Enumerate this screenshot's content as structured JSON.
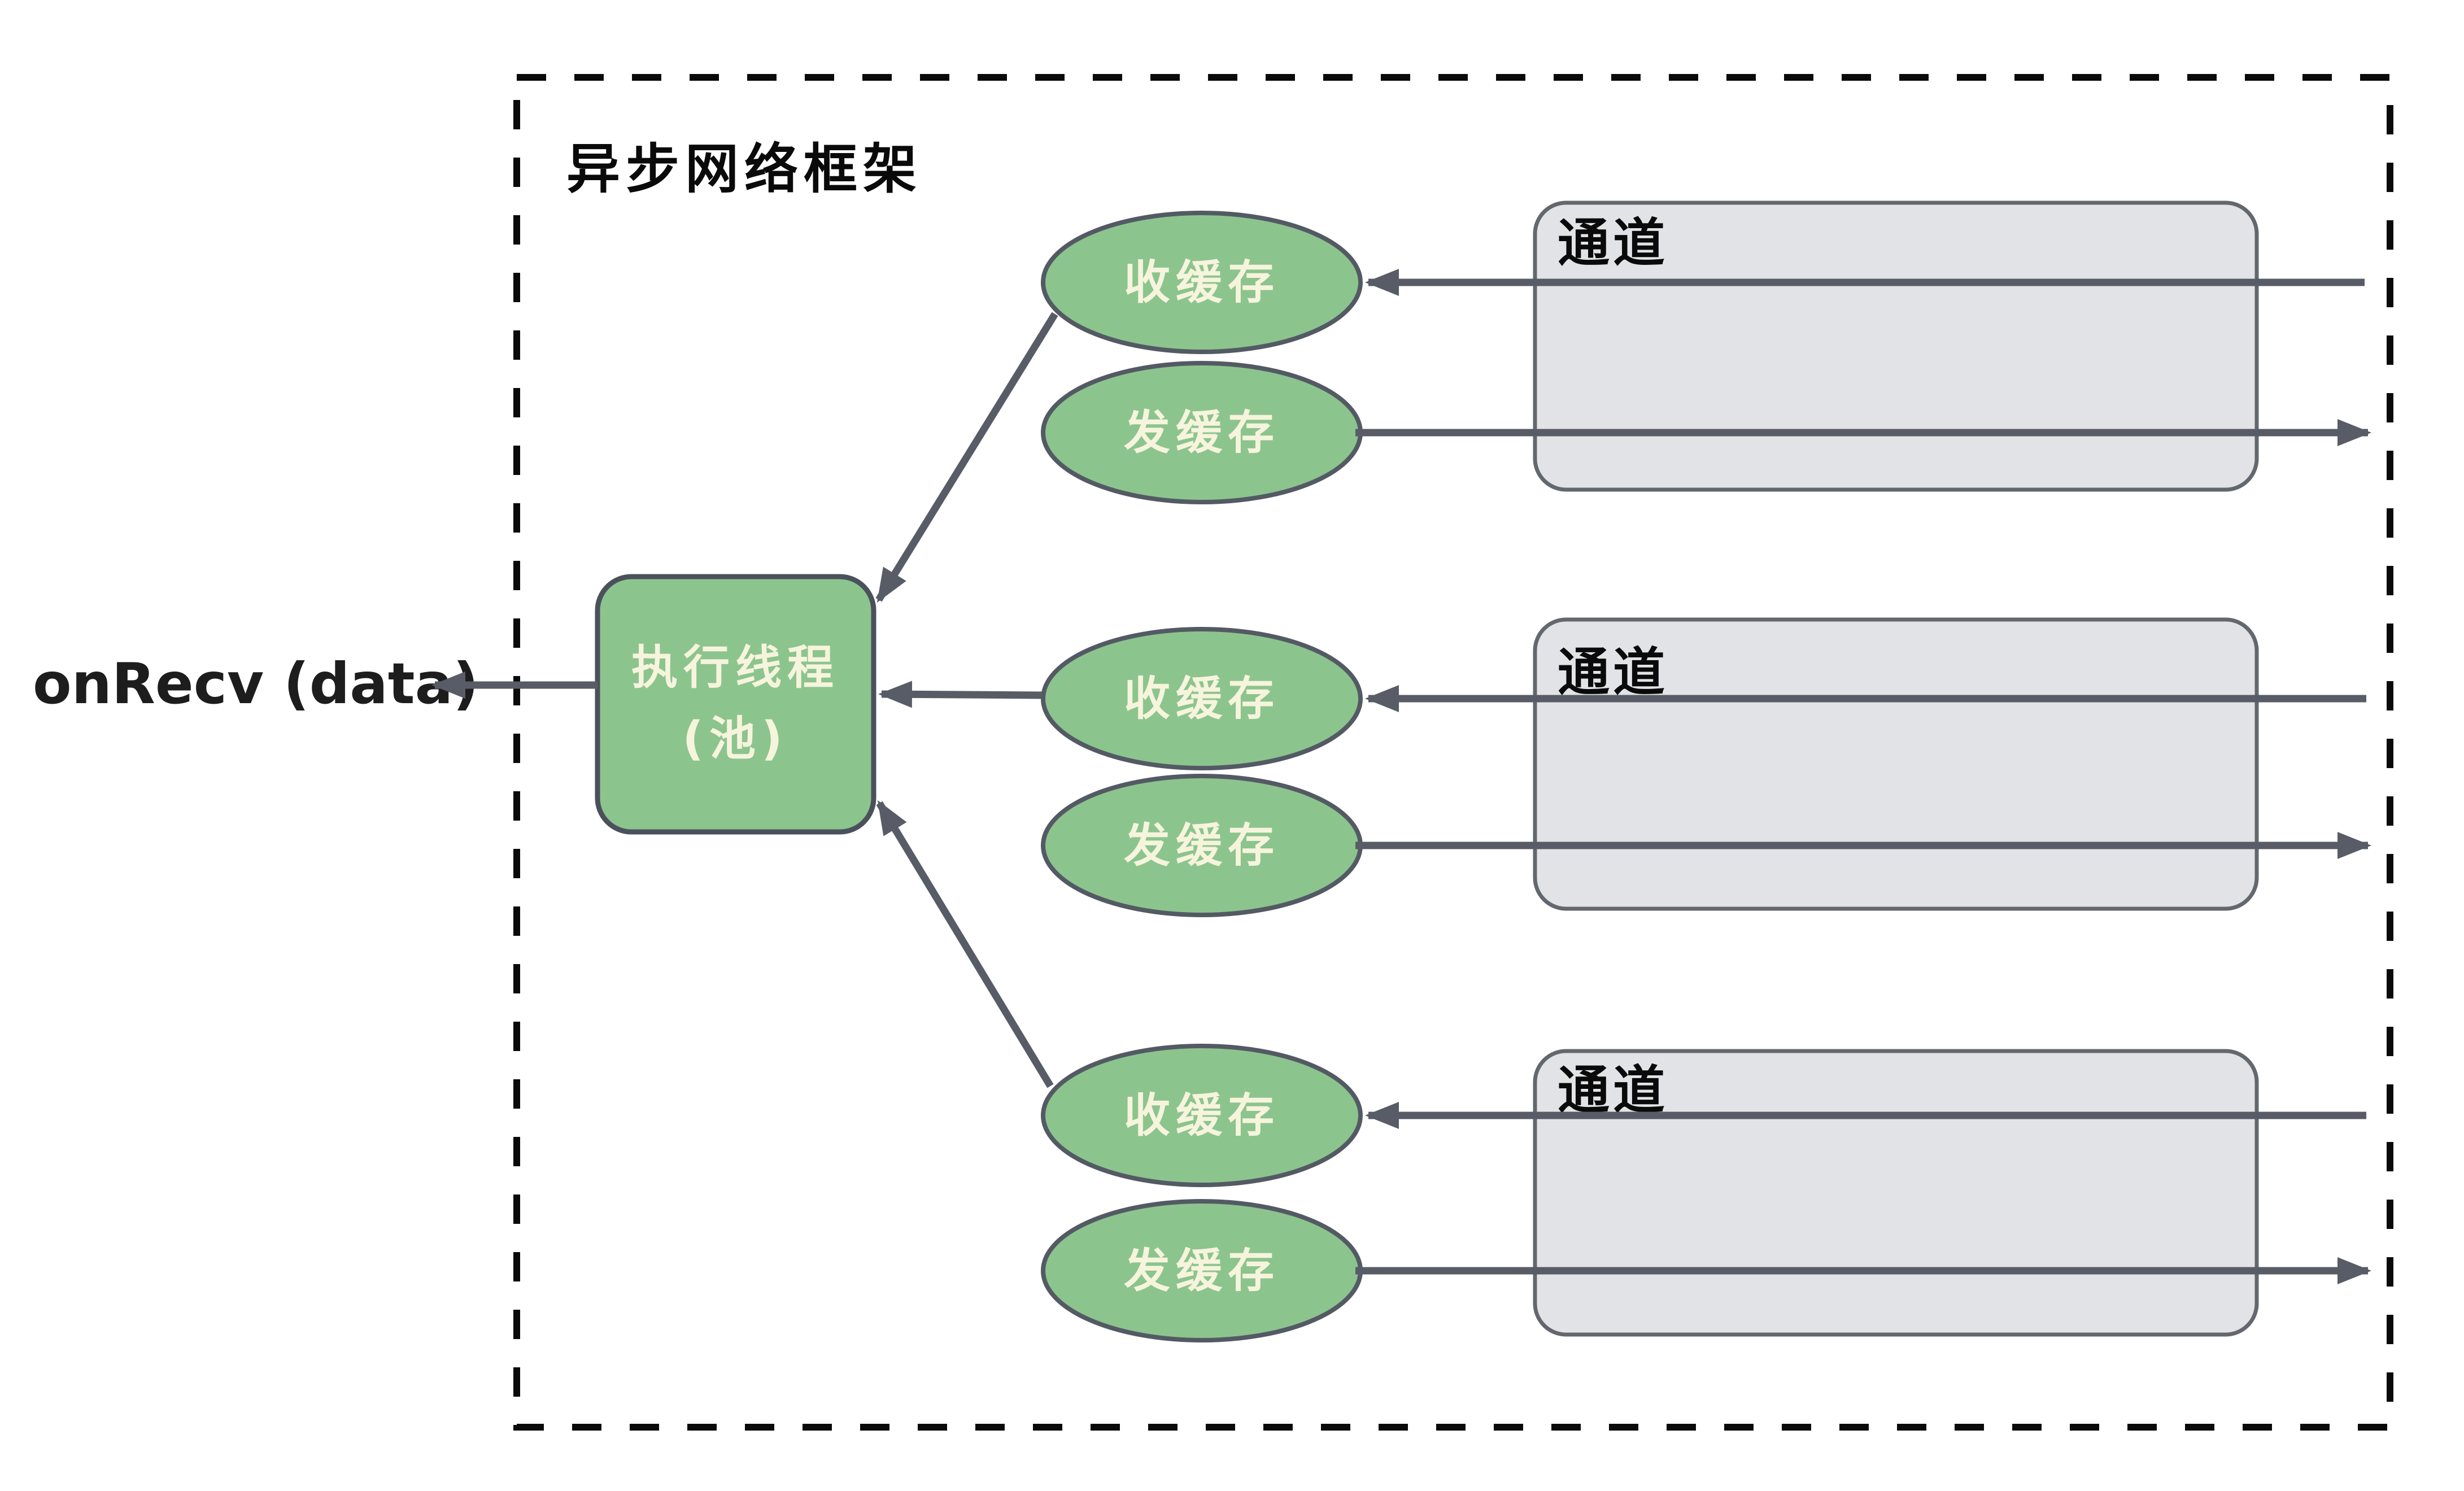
{
  "diagram": {
    "frame_title": "异步网络框架",
    "callback_label": "onRecv (data)",
    "executor": {
      "line1": "执行线程",
      "line2": "(池)"
    },
    "buffers": {
      "recv": "收缓存",
      "send": "发缓存"
    },
    "channel_label": "通道",
    "colors": {
      "node_green": "#8CC48E",
      "node_border": "#4B515C",
      "node_text": "#F6F4DC",
      "channel_fill": "#E2E3E6",
      "channel_border": "#63686F",
      "arrow": "#575C66",
      "frame_dash": "#0a0a0a"
    }
  }
}
